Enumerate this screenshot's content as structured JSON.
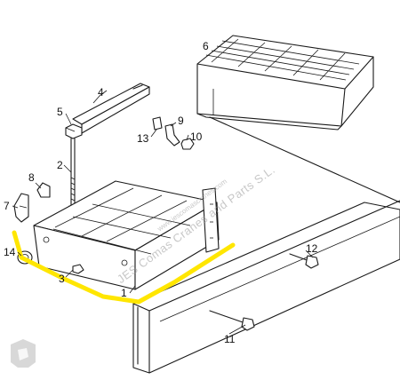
{
  "diagram": {
    "callouts": [
      {
        "id": "c1",
        "label": "6"
      },
      {
        "id": "c2",
        "label": "4"
      },
      {
        "id": "c3",
        "label": "5"
      },
      {
        "id": "c4",
        "label": "9"
      },
      {
        "id": "c5",
        "label": "13"
      },
      {
        "id": "c6",
        "label": "10"
      },
      {
        "id": "c7",
        "label": "2"
      },
      {
        "id": "c8",
        "label": "8"
      },
      {
        "id": "c9",
        "label": "7"
      },
      {
        "id": "c10",
        "label": "14"
      },
      {
        "id": "c11",
        "label": "3"
      },
      {
        "id": "c12",
        "label": "1"
      },
      {
        "id": "c13",
        "label": "12"
      },
      {
        "id": "c14",
        "label": "11"
      }
    ],
    "watermark": {
      "text": "JES Comas Cranes and Parts S.L.",
      "sub": "www.jescomascranes.com"
    },
    "highlight_color": "#ffe600",
    "line_color": "#1a1a1a"
  }
}
